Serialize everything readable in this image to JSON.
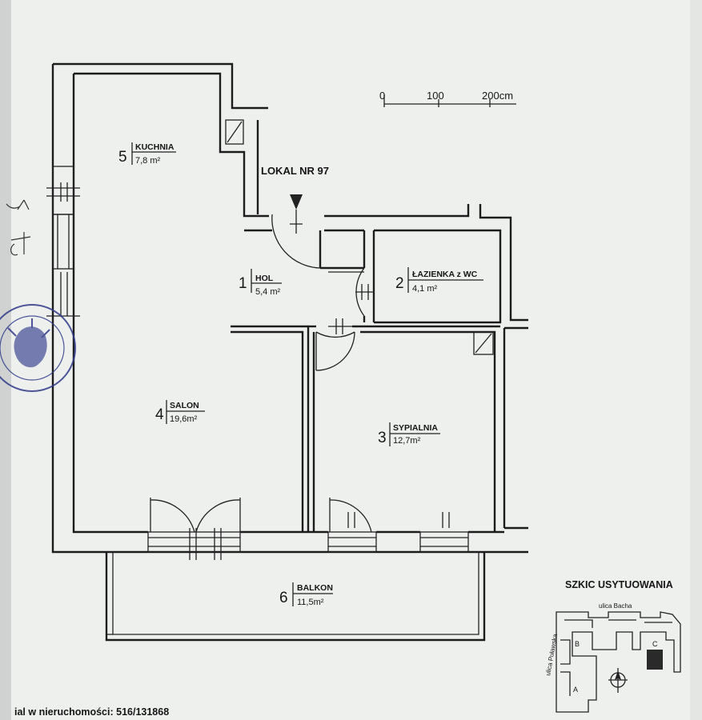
{
  "plan_title": "LOKAL NR 97",
  "scale": {
    "ticks": [
      "0",
      "100",
      "200cm"
    ]
  },
  "rooms": [
    {
      "num": "1",
      "name": "HOL",
      "area": "5,4 m²"
    },
    {
      "num": "2",
      "name": "ŁAZIENKA z WC",
      "area": "4,1 m²"
    },
    {
      "num": "3",
      "name": "SYPIALNIA",
      "area": "12,7m²"
    },
    {
      "num": "4",
      "name": "SALON",
      "area": "19,6m²"
    },
    {
      "num": "5",
      "name": "KUCHNIA",
      "area": "7,8 m²"
    },
    {
      "num": "6",
      "name": "BALKON",
      "area": "11,5m²"
    }
  ],
  "location_sketch": {
    "title": "SZKIC USYTUOWANIA",
    "street_top": "ulica Bacha",
    "street_left": "ulica Puławska",
    "blocks": [
      "A",
      "B",
      "C"
    ]
  },
  "footer_text": "ial w nieruchomości: 516/131868",
  "colors": {
    "ink": "#1c1c1c",
    "paper": "#eef0ee",
    "stamp": "#2f3a8a"
  }
}
